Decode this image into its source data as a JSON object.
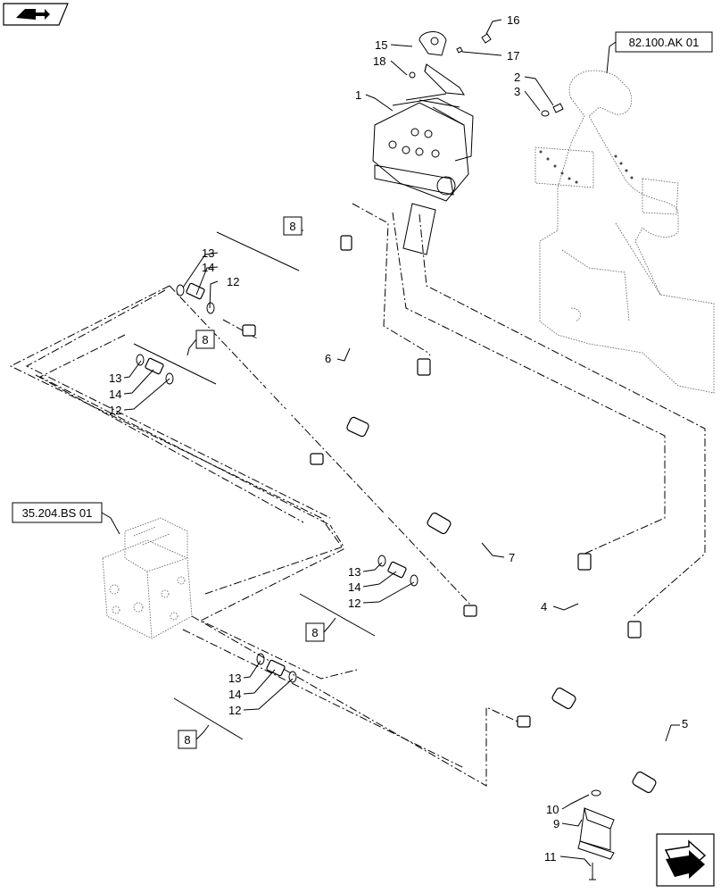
{
  "references": {
    "frame": "82.100.AK 01",
    "valve": "35.204.BS 01"
  },
  "callouts": {
    "c1": "1",
    "c2": "2",
    "c3": "3",
    "c4": "4",
    "c5": "5",
    "c6": "6",
    "c7": "7",
    "c8a": "8",
    "c8b": "8",
    "c8c": "8",
    "c8d": "8",
    "c9": "9",
    "c10": "10",
    "c11": "11",
    "c12a": "12",
    "c12b": "12",
    "c12c": "12",
    "c12d": "12",
    "c13a": "13",
    "c13b": "13",
    "c13c": "13",
    "c13d": "13",
    "c14a": "14",
    "c14b": "14",
    "c14c": "14",
    "c14d": "14",
    "c15": "15",
    "c16": "16",
    "c17": "17",
    "c18": "18"
  },
  "icons": {
    "top_left": "book-arrow-icon",
    "bottom_right": "next-page-arrow-icon"
  }
}
